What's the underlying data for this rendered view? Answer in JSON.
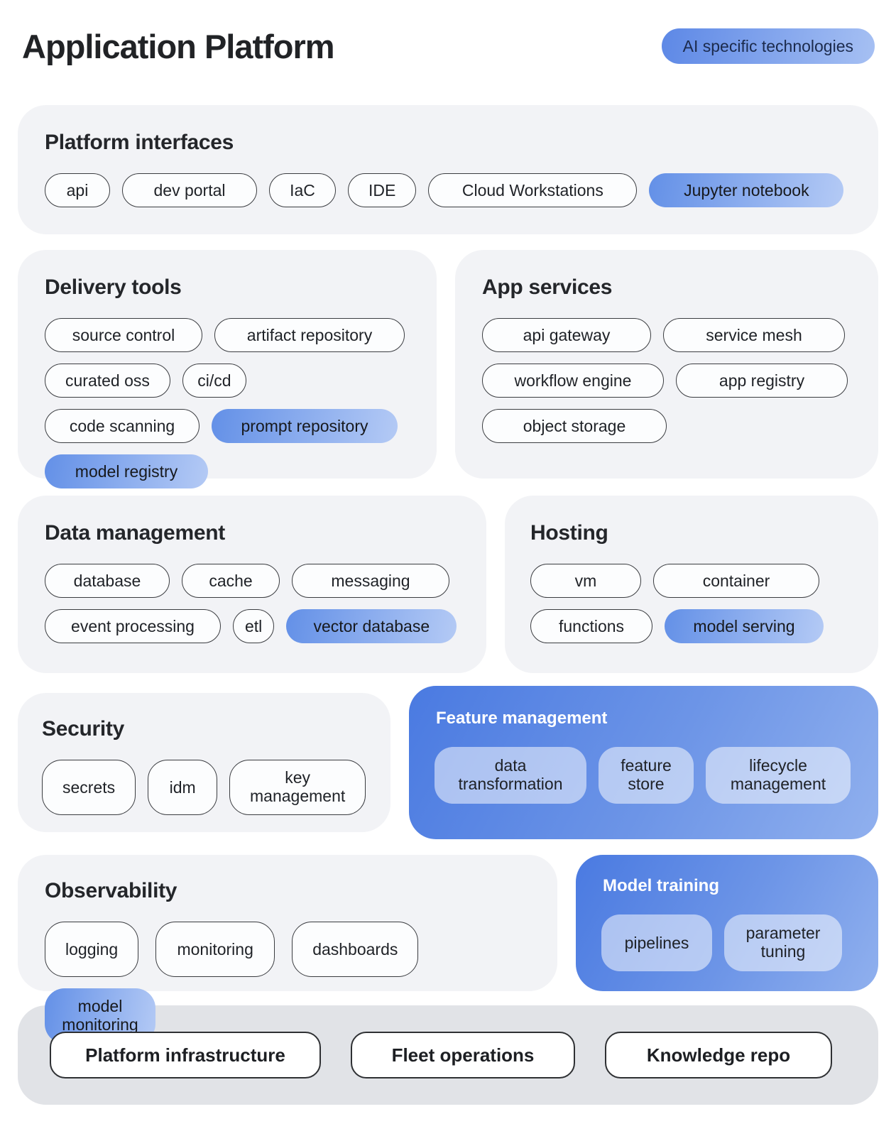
{
  "header": {
    "title": "Application Platform",
    "legend": "AI specific technologies"
  },
  "accent_colors": {
    "ai_pill_gradient": [
      "#6390e7",
      "#b4caf5"
    ],
    "ai_card_gradient": [
      "#4a7ae1",
      "#90b0ee"
    ],
    "section_background": "#f2f3f6",
    "footer_background": "#e1e3e7"
  },
  "sections": {
    "platform_interfaces": {
      "title": "Platform interfaces",
      "pills": [
        "api",
        "dev portal",
        "IaC",
        "IDE",
        "Cloud Workstations",
        "Jupyter notebook"
      ]
    },
    "delivery_tools": {
      "title": "Delivery tools",
      "pills": [
        "source control",
        "artifact repository",
        "curated oss",
        "ci/cd",
        "code scanning",
        "prompt repository",
        "model registry"
      ]
    },
    "app_services": {
      "title": "App services",
      "pills": [
        "api gateway",
        "service mesh",
        "workflow engine",
        "app registry",
        "object storage"
      ]
    },
    "data_management": {
      "title": "Data management",
      "pills": [
        "database",
        "cache",
        "messaging",
        "event processing",
        "etl",
        "vector database"
      ]
    },
    "hosting": {
      "title": "Hosting",
      "pills": [
        "vm",
        "container",
        "functions",
        "model serving"
      ]
    },
    "security": {
      "title": "Security",
      "pills": [
        "secrets",
        "idm",
        "key management"
      ]
    },
    "feature_management": {
      "title": "Feature management",
      "pills": [
        "data transformation",
        "feature store",
        "lifecycle management"
      ]
    },
    "observability": {
      "title": "Observability",
      "pills": [
        "logging",
        "monitoring",
        "dashboards",
        "model monitoring"
      ]
    },
    "model_training": {
      "title": "Model training",
      "pills": [
        "pipelines",
        "parameter tuning"
      ]
    }
  },
  "footer": {
    "pills": [
      "Platform infrastructure",
      "Fleet operations",
      "Knowledge repo"
    ]
  }
}
